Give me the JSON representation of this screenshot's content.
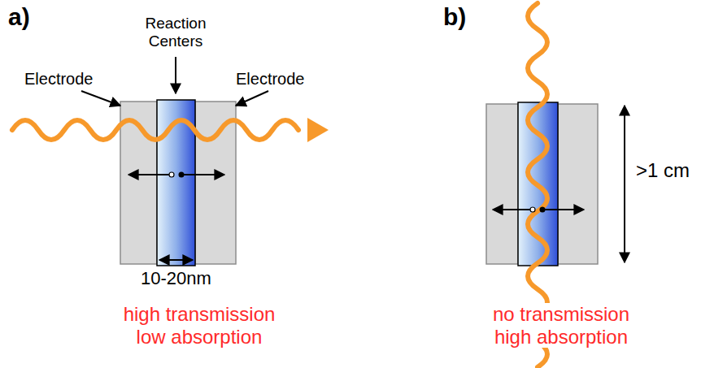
{
  "diagram": {
    "labels": [
      "a)",
      "Reaction Centers",
      "Electrode",
      "Electrode",
      "10-20nm",
      "high transmission low absorption",
      "b)",
      ">1 cm",
      "no transmission high absorption"
    ]
  }
}
